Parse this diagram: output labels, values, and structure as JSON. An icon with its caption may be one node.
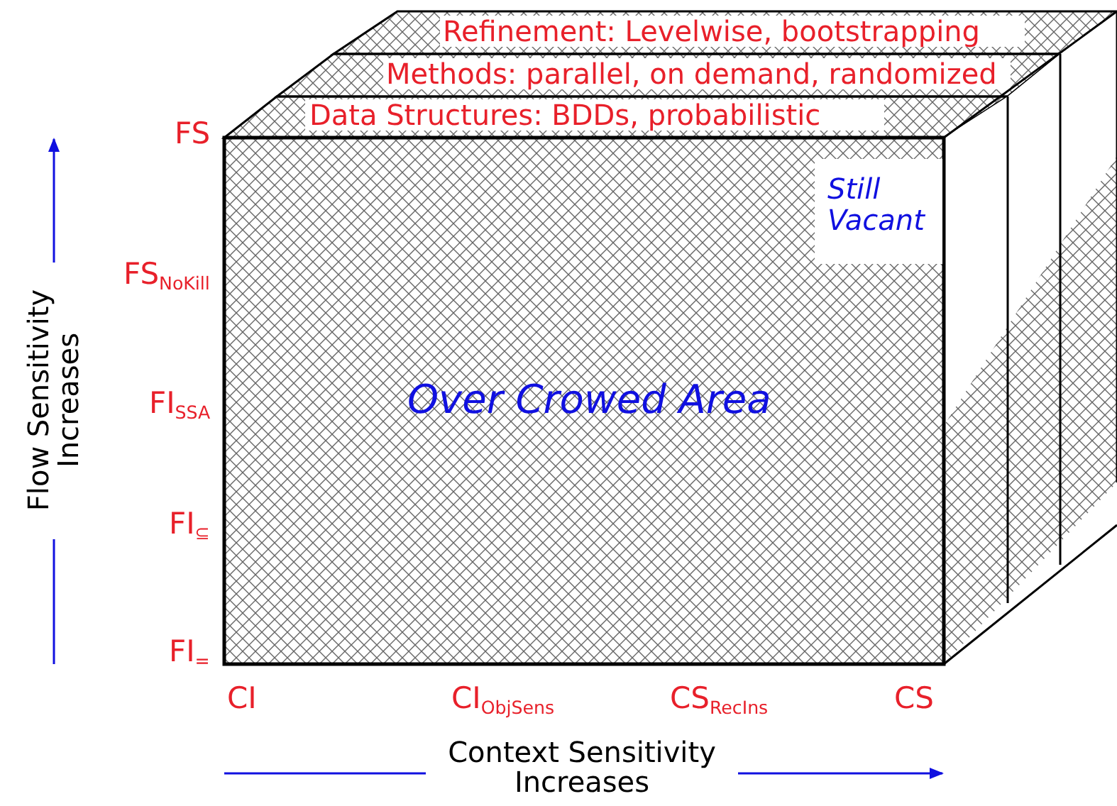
{
  "diagram": {
    "labels": [
      "Refinement: Levelwise, bootstrapping",
      "Methods: parallel, on demand, randomized",
      "Data Structures: BDDs, probabilistic",
      "FS",
      "Still Vacant",
      "FS$_{NoKill}$",
      "Flow Sensitivity Increases",
      "FI$_{SSA}$",
      "Over Crowed Area",
      "FI$_{⊆}$",
      "FI$_{=}$",
      "CI",
      "CI$_{ObjSens}$",
      "CS$_{RecIns}$",
      "CS",
      "Context Sensitivity Increases"
    ]
  }
}
